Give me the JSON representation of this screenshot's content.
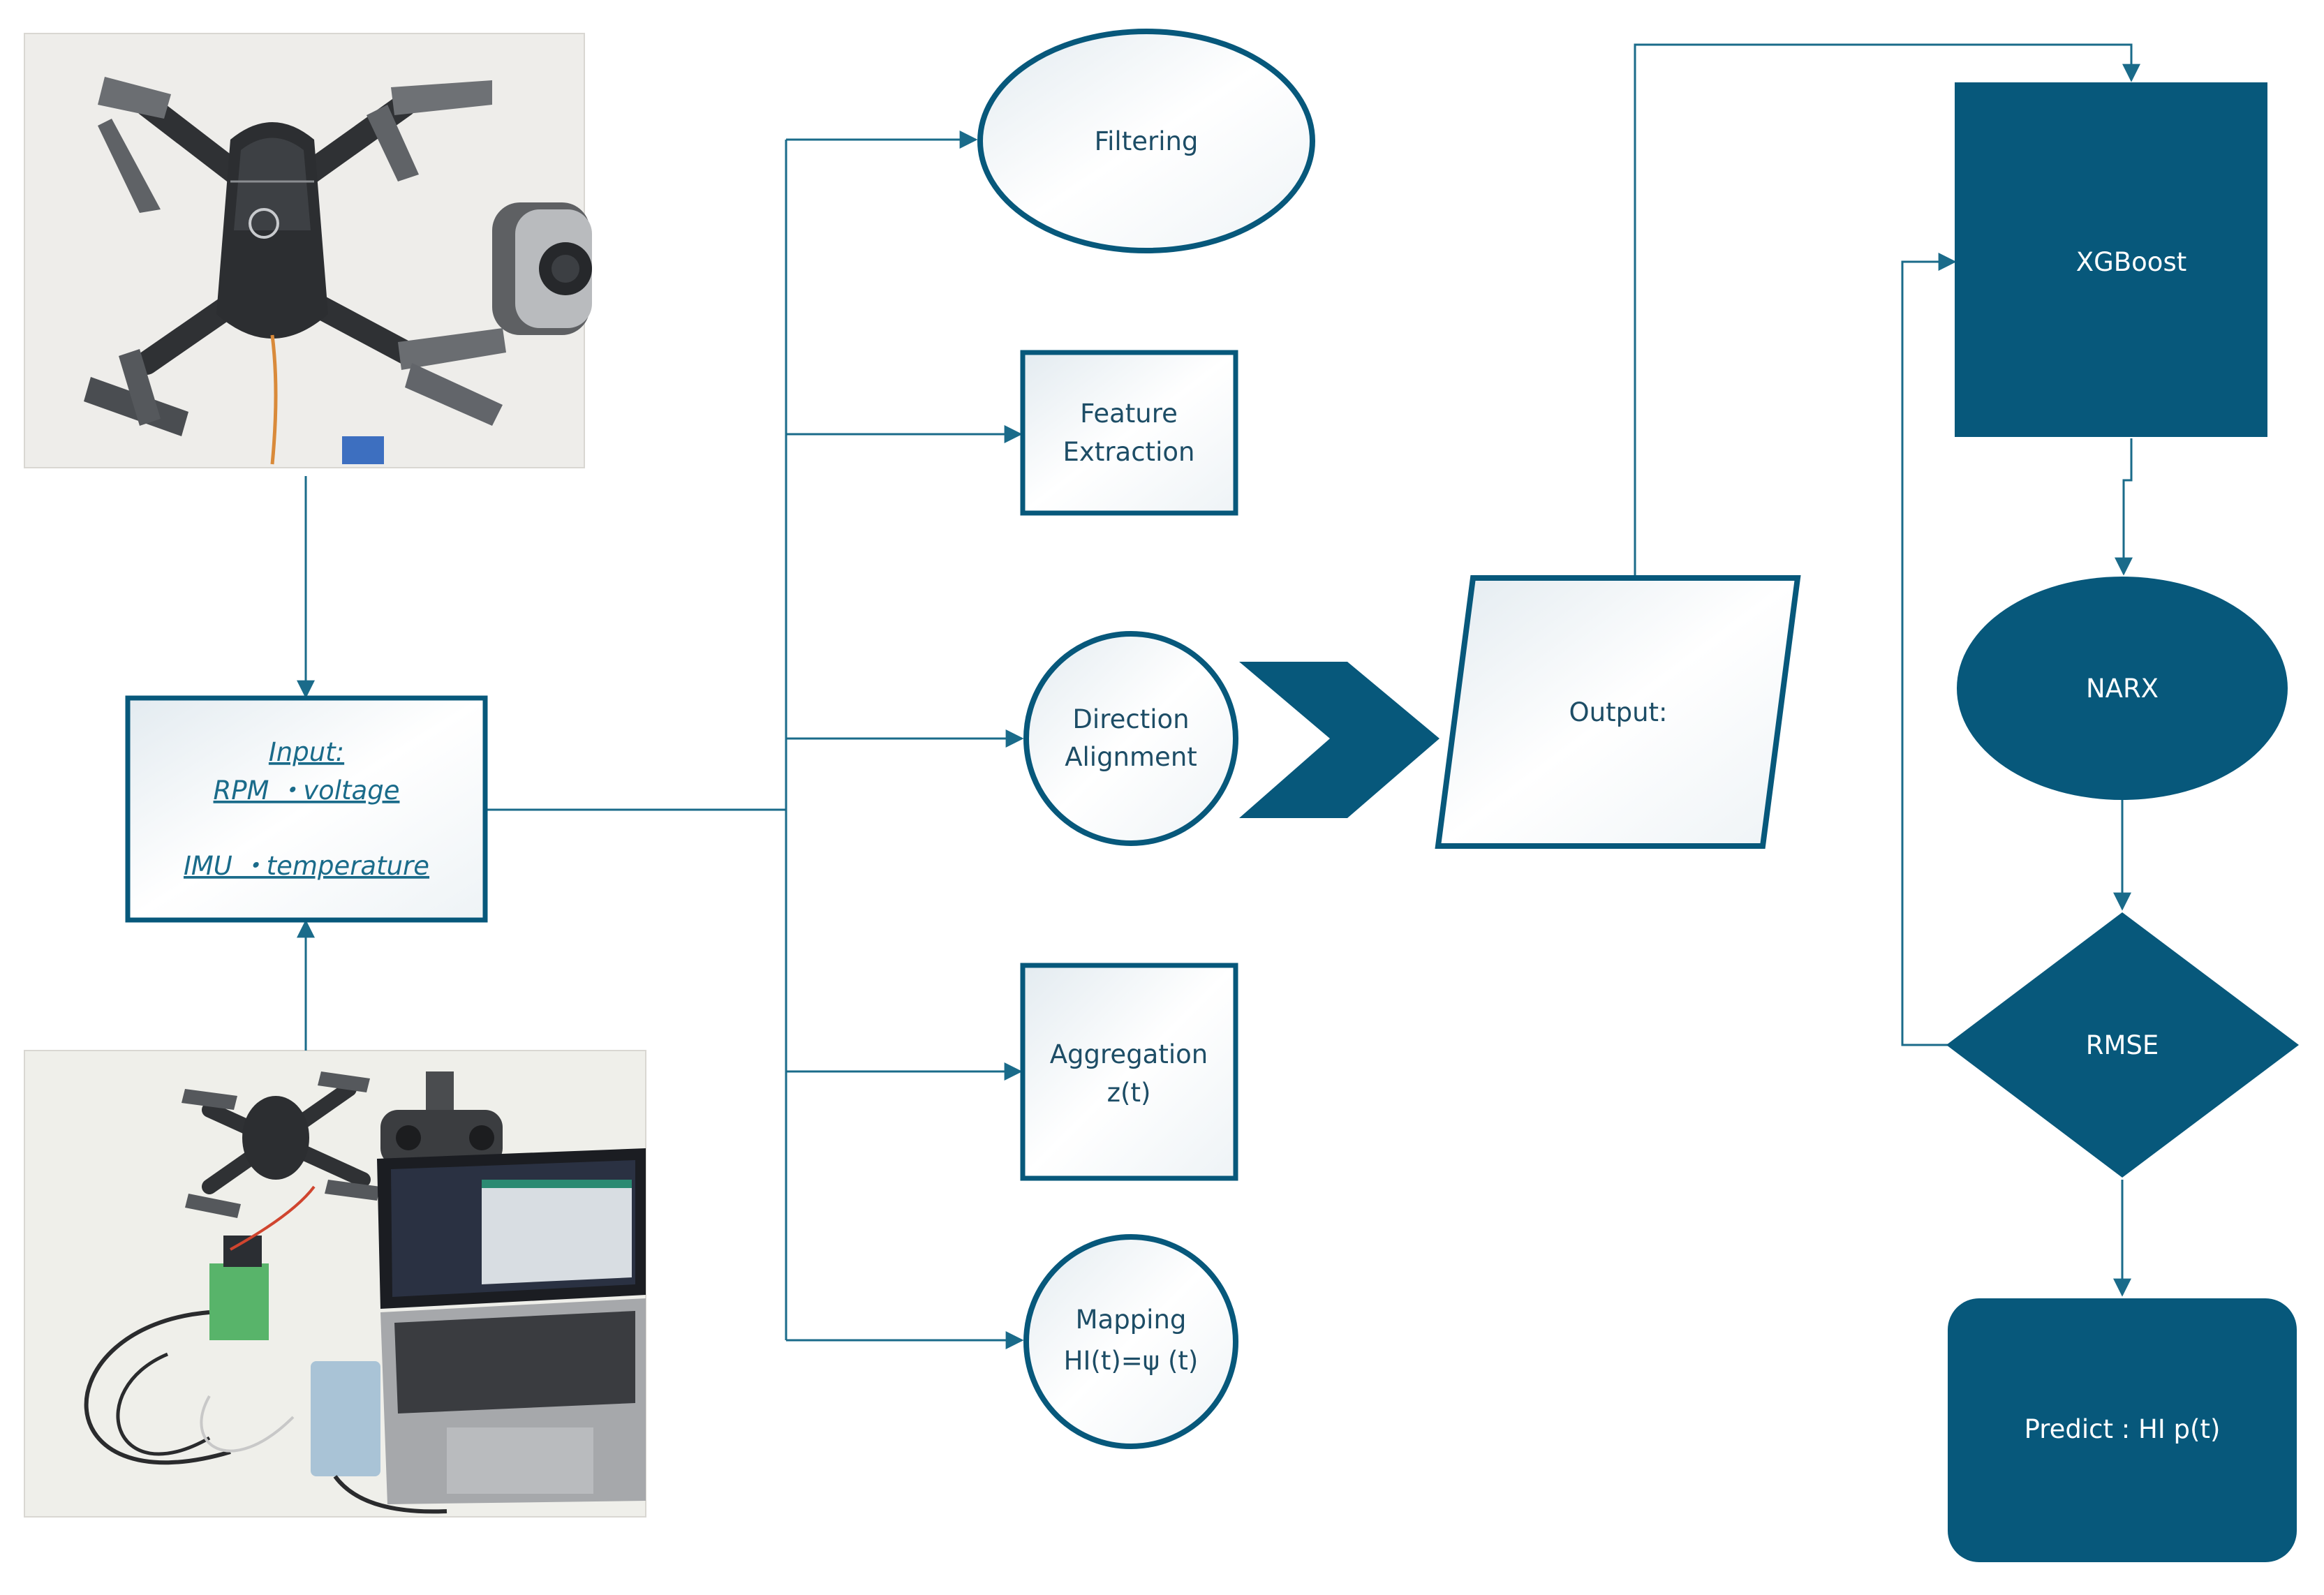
{
  "colors": {
    "accent": "#07587b",
    "stroke": "#07587b",
    "line": "#1a6b8a",
    "node_fill_light": "#f2f6f8"
  },
  "input_box": {
    "title": "Input:",
    "line1": "RPM ・voltage",
    "line2": "IMU ・temperature"
  },
  "photos": {
    "top": "drone-photo",
    "bottom": "test-setup-photo"
  },
  "steps": {
    "filtering": "Filtering",
    "feature_1": "Feature",
    "feature_2": "Extraction",
    "direction_1": "Direction",
    "direction_2": "Alignment",
    "aggregation_1": "Aggregation",
    "aggregation_2": "z(t)",
    "mapping_1": "Mapping",
    "mapping_2": "HI(t)=ψ (t)"
  },
  "output": "Output:",
  "models": {
    "xgboost": "XGBoost",
    "narx": "NARX",
    "rmse": "RMSE",
    "predict": "Predict : HI p(t)"
  }
}
